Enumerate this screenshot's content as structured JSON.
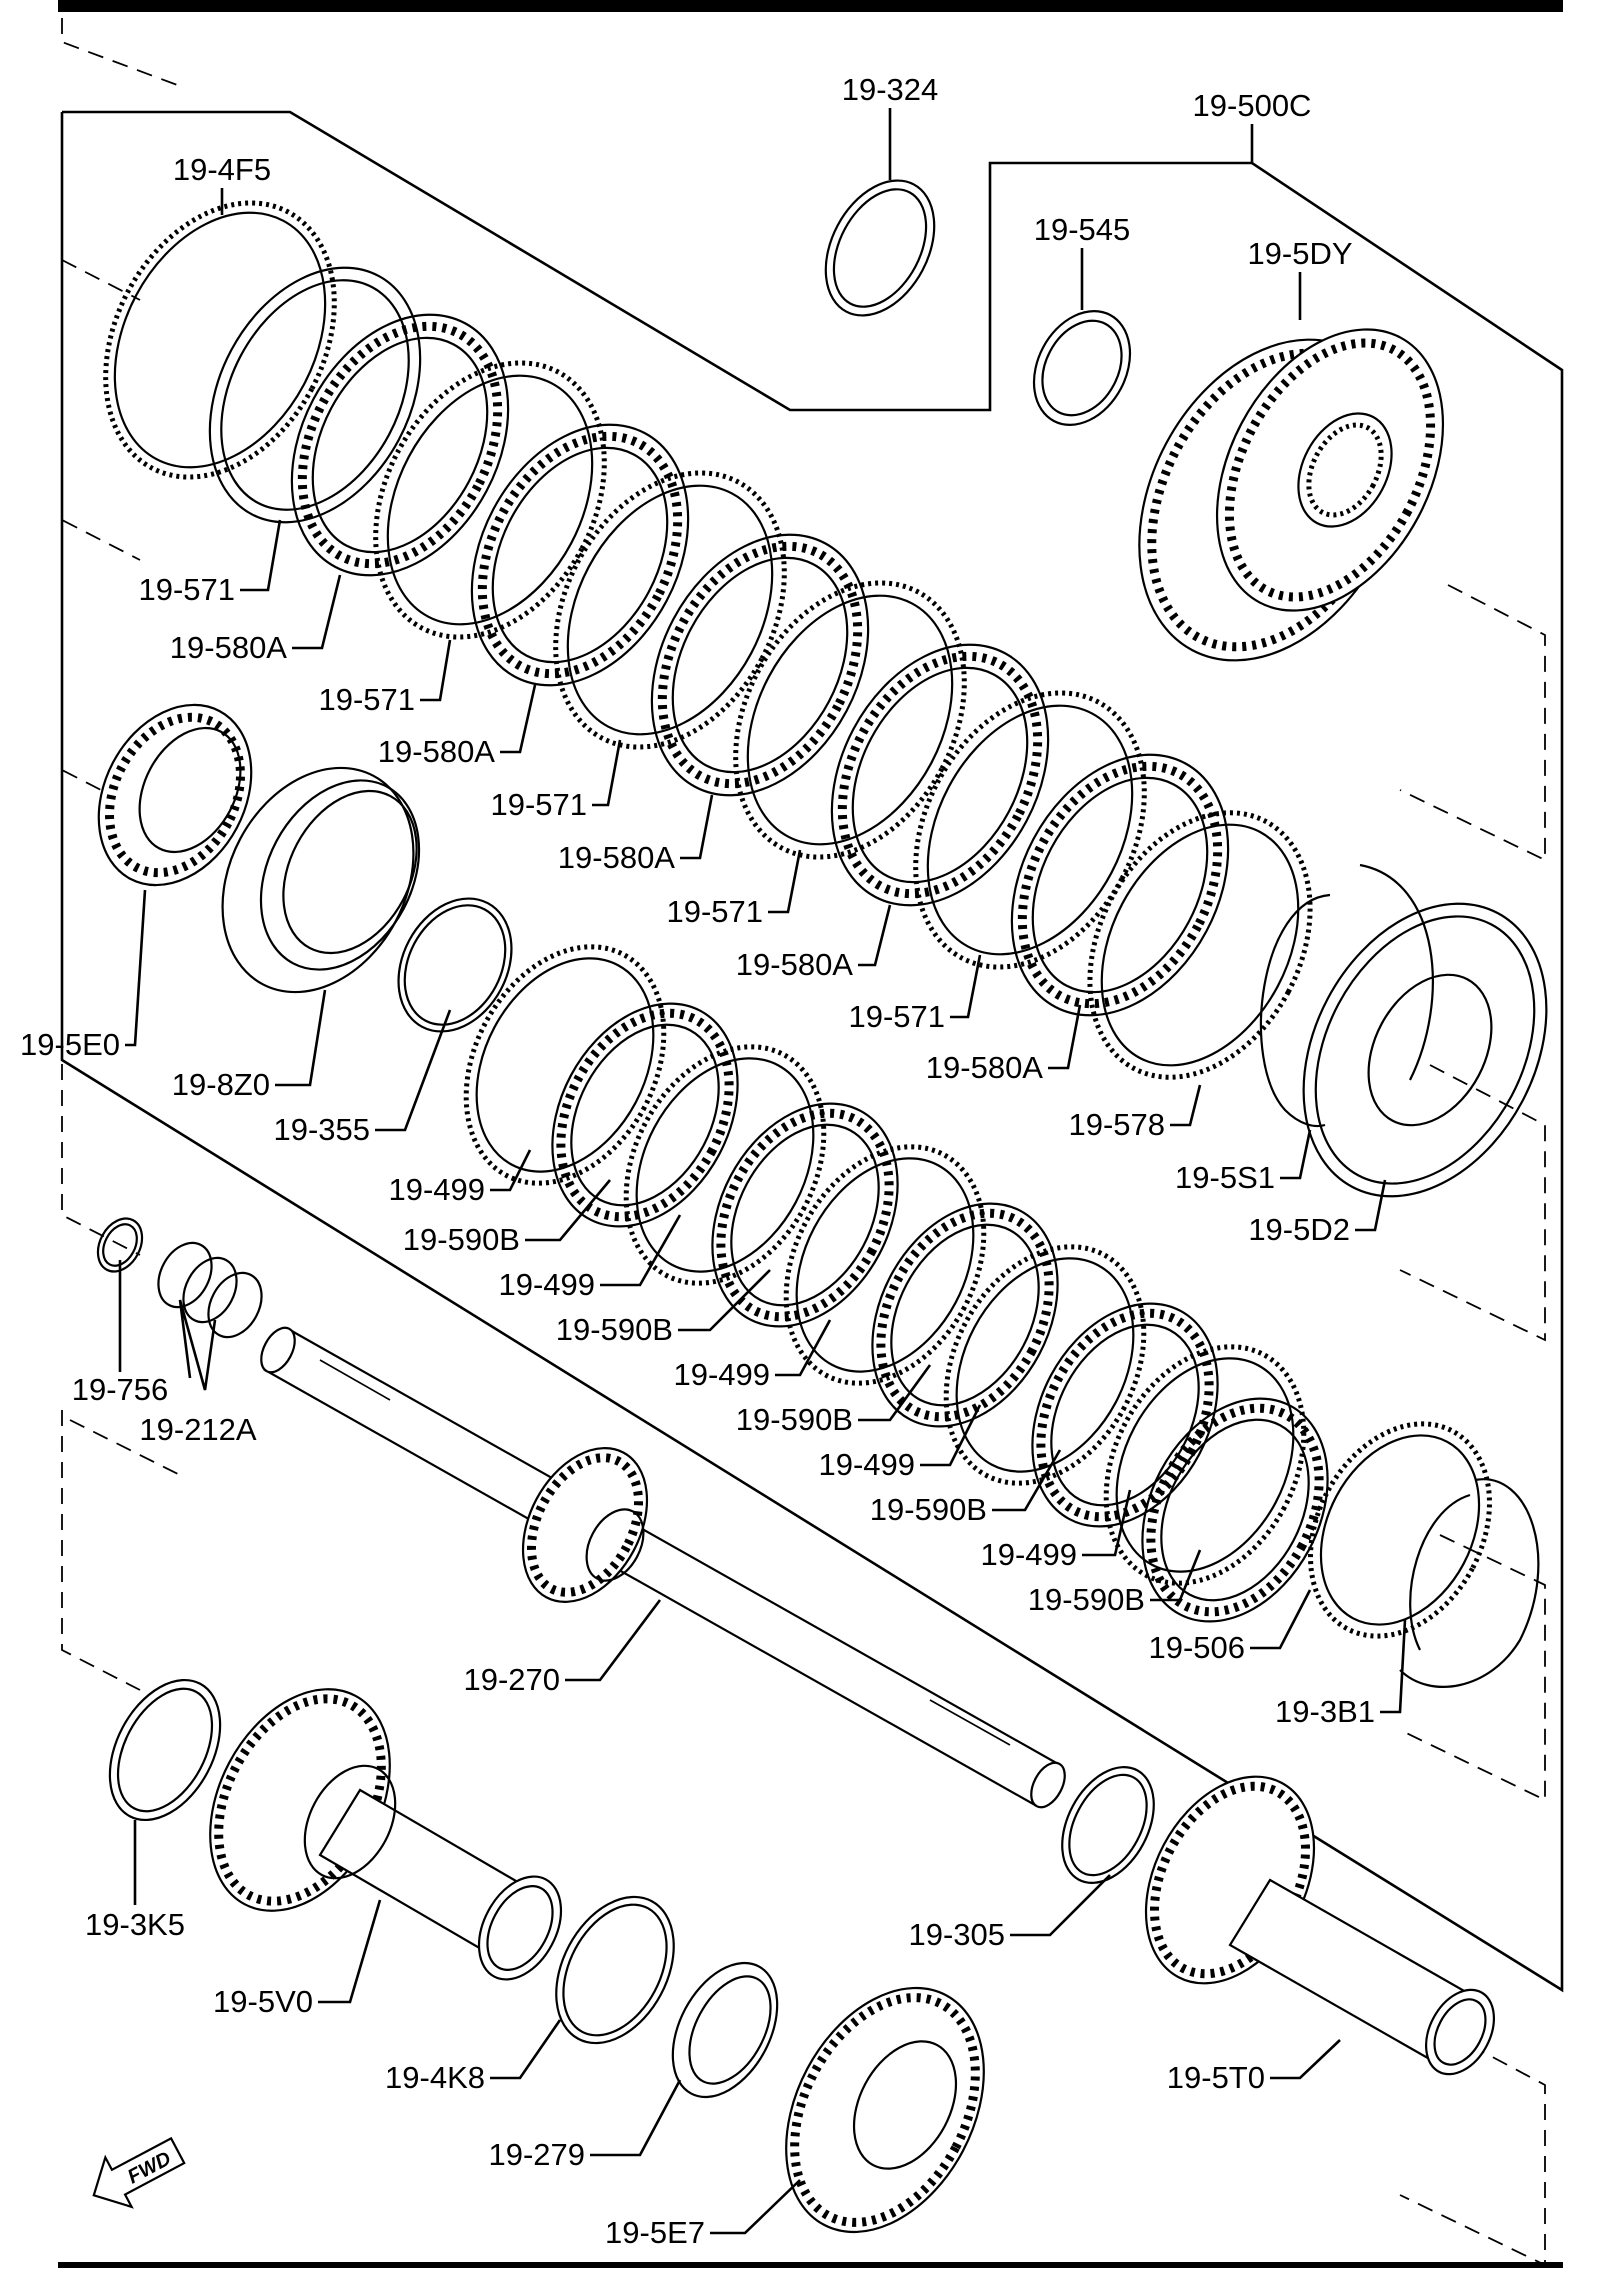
{
  "callouts": {
    "c_324": "19-324",
    "c_500C": "19-500C",
    "c_4F5": "19-4F5",
    "c_545": "19-545",
    "c_5DY": "19-5DY",
    "c_571_1": "19-571",
    "c_580A_1": "19-580A",
    "c_571_2": "19-571",
    "c_580A_2": "19-580A",
    "c_571_3": "19-571",
    "c_580A_3": "19-580A",
    "c_571_4": "19-571",
    "c_580A_4": "19-580A",
    "c_571_5": "19-571",
    "c_580A_5": "19-580A",
    "c_578": "19-578",
    "c_5S1": "19-5S1",
    "c_5D2": "19-5D2",
    "c_5E0": "19-5E0",
    "c_8Z0": "19-8Z0",
    "c_355": "19-355",
    "c_499_1": "19-499",
    "c_590B_1": "19-590B",
    "c_499_2": "19-499",
    "c_590B_2": "19-590B",
    "c_499_3": "19-499",
    "c_590B_3": "19-590B",
    "c_499_4": "19-499",
    "c_590B_4": "19-590B",
    "c_499_5": "19-499",
    "c_590B_5": "19-590B",
    "c_506": "19-506",
    "c_3B1": "19-3B1",
    "c_756": "19-756",
    "c_212A": "19-212A",
    "c_270": "19-270",
    "c_3K5": "19-3K5",
    "c_305": "19-305",
    "c_5V0": "19-5V0",
    "c_4K8": "19-4K8",
    "c_279": "19-279",
    "c_5E7": "19-5E7",
    "c_5T0": "19-5T0"
  },
  "direction_marker": {
    "text": "FWD",
    "icon": "fwd-arrow-icon"
  },
  "colors": {
    "ink": "#000000",
    "paper": "#ffffff"
  }
}
